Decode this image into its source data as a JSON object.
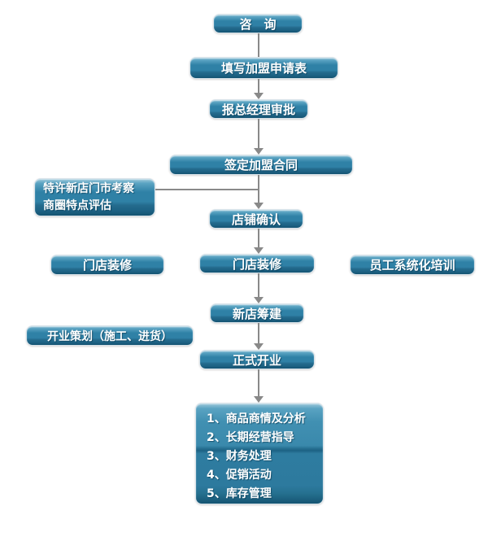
{
  "flowchart": {
    "nodes": {
      "consult": {
        "label": "咨　询"
      },
      "apply": {
        "label": "填写加盟申请表"
      },
      "approve": {
        "label": "报总经理审批"
      },
      "contract": {
        "label": "签定加盟合同"
      },
      "survey": {
        "line1": "特许新店门市考察",
        "line2": "商圈特点评估"
      },
      "store_confirm": {
        "label": "店铺确认"
      },
      "decorate_left": {
        "label": "门店装修"
      },
      "decorate_center": {
        "label": "门店装修"
      },
      "staff_training": {
        "label": "员工系统化培训"
      },
      "new_store_prep": {
        "label": "新店筹建"
      },
      "opening_plan": {
        "label": "开业策划（施工、进货）"
      },
      "grand_opening": {
        "label": "正式开业"
      },
      "after_support": {
        "items": [
          "1、商品商情及分析",
          "2、长期经营指导",
          "3、财务处理",
          "4、促销活动",
          "5、库存管理"
        ]
      }
    },
    "colors": {
      "box_light_top": "#9fc9db",
      "box_light": "#5aa3c2",
      "box_main": "#2f81a6",
      "box_dark": "#1d6284",
      "box_darker": "#155472",
      "box_border": "#d8e3ea",
      "connector": "#898989",
      "text": "#ffffff"
    }
  }
}
